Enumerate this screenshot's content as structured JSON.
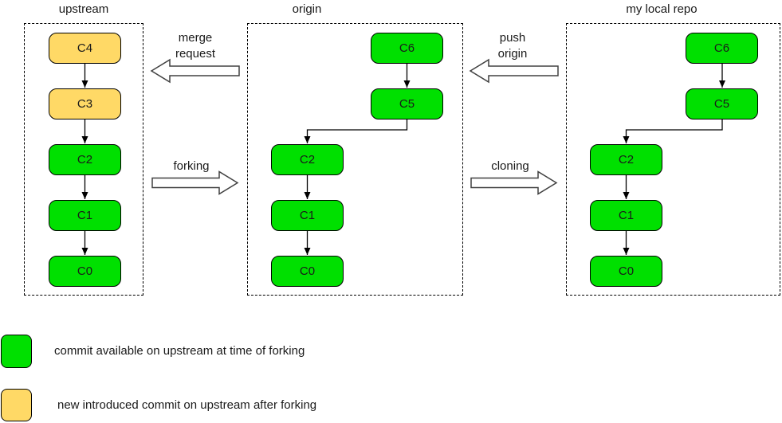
{
  "colors": {
    "commit_available": "#00e000",
    "commit_new": "#ffd966",
    "box_border": "#000000",
    "arrow_outline": "#404040",
    "text": "#1a1a1a"
  },
  "sections": [
    {
      "title": "upstream",
      "commits": [
        {
          "label": "C4",
          "type": "new"
        },
        {
          "label": "C3",
          "type": "new"
        },
        {
          "label": "C2",
          "type": "available"
        },
        {
          "label": "C1",
          "type": "available"
        },
        {
          "label": "C0",
          "type": "available"
        }
      ]
    },
    {
      "title": "origin",
      "commits": [
        {
          "label": "C6",
          "type": "available"
        },
        {
          "label": "C5",
          "type": "available"
        },
        {
          "label": "C2",
          "type": "available"
        },
        {
          "label": "C1",
          "type": "available"
        },
        {
          "label": "C0",
          "type": "available"
        }
      ]
    },
    {
      "title": "my local repo",
      "commits": [
        {
          "label": "C6",
          "type": "available"
        },
        {
          "label": "C5",
          "type": "available"
        },
        {
          "label": "C2",
          "type": "available"
        },
        {
          "label": "C1",
          "type": "available"
        },
        {
          "label": "C0",
          "type": "available"
        }
      ]
    }
  ],
  "flow_arrows": [
    {
      "label": "merge request",
      "direction": "left"
    },
    {
      "label": "forking",
      "direction": "right"
    },
    {
      "label": "push origin",
      "direction": "left"
    },
    {
      "label": "cloning",
      "direction": "right"
    }
  ],
  "legend": [
    {
      "color_key": "commit_available",
      "text": "commit available on upstream at time of forking"
    },
    {
      "color_key": "commit_new",
      "text": "new introduced commit on upstream after forking"
    }
  ]
}
